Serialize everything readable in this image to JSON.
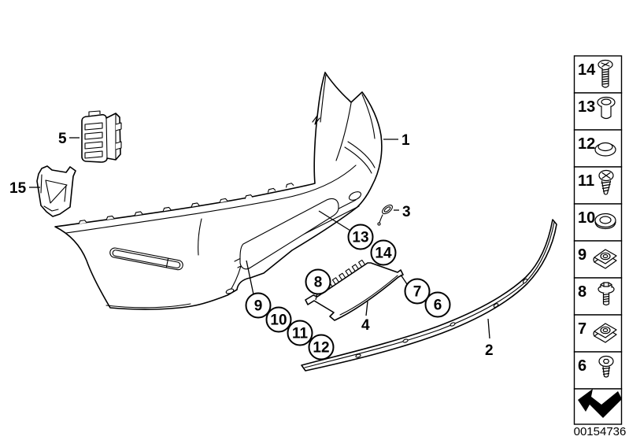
{
  "drawing": {
    "plain_labels": [
      "1",
      "2",
      "3",
      "4",
      "5",
      "15"
    ],
    "circled_labels": [
      "13",
      "14",
      "9",
      "10",
      "11",
      "12",
      "8",
      "7",
      "6"
    ]
  },
  "sidebar": {
    "items": [
      {
        "number": "14",
        "icon": "machine-screw-icon"
      },
      {
        "number": "13",
        "icon": "sleeve-nut-icon"
      },
      {
        "number": "12",
        "icon": "cup-washer-icon"
      },
      {
        "number": "11",
        "icon": "tapping-screw-icon"
      },
      {
        "number": "10",
        "icon": "flat-washer-icon"
      },
      {
        "number": "9",
        "icon": "clip-nut-icon"
      },
      {
        "number": "8",
        "icon": "flange-bolt-icon"
      },
      {
        "number": "7",
        "icon": "clip-nut-icon"
      },
      {
        "number": "6",
        "icon": "pan-head-screw-icon"
      }
    ],
    "nav_icon": "back-arrow-icon"
  },
  "footer": {
    "part_number": "00154736"
  },
  "colors": {
    "line": "#000000",
    "background": "#ffffff"
  }
}
